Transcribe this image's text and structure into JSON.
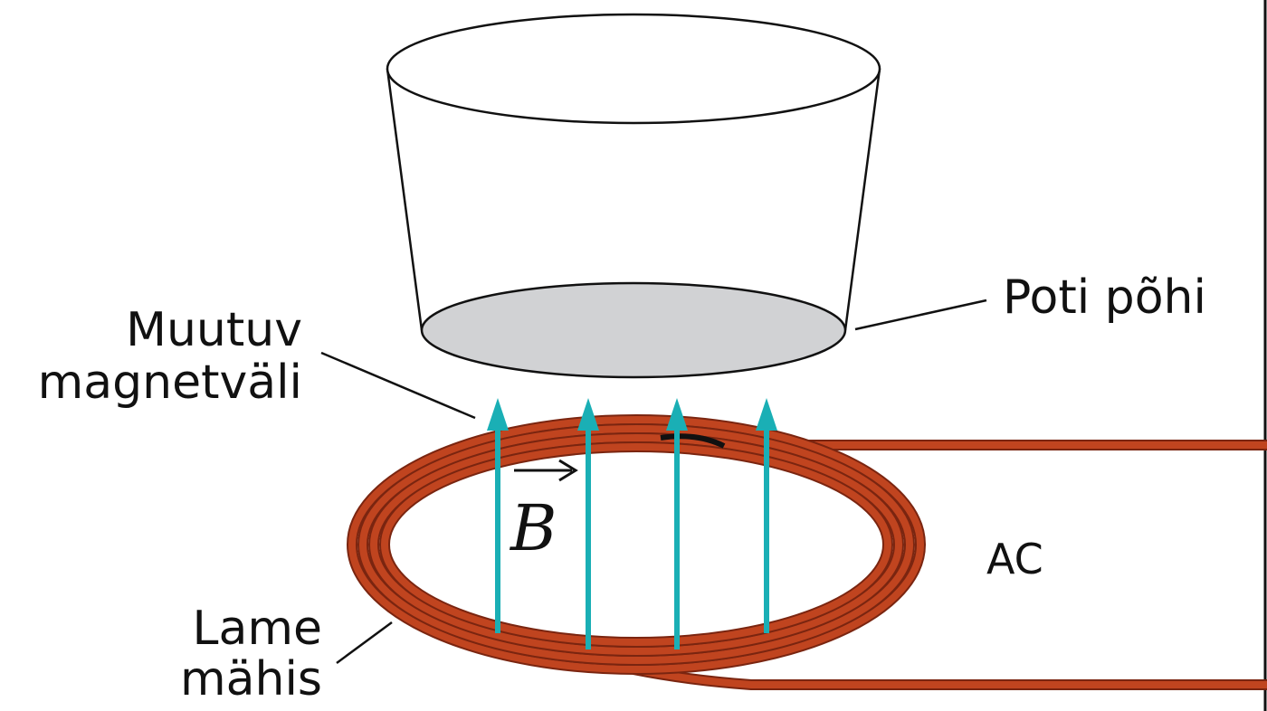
{
  "labels": {
    "pot_bottom": "Poti põhi",
    "field_line1": "Muutuv",
    "field_line2": "magnetväli",
    "coil_line1": "Lame",
    "coil_line2": "mähis",
    "ac": "AC",
    "b_symbol": "B"
  },
  "colors": {
    "coil": "#c0441f",
    "coil_dark": "#7a2510",
    "field_arrow": "#1aafb5",
    "pot_bottom_fill": "#d1d2d4",
    "outline": "#111111"
  },
  "field_line_count": 4
}
